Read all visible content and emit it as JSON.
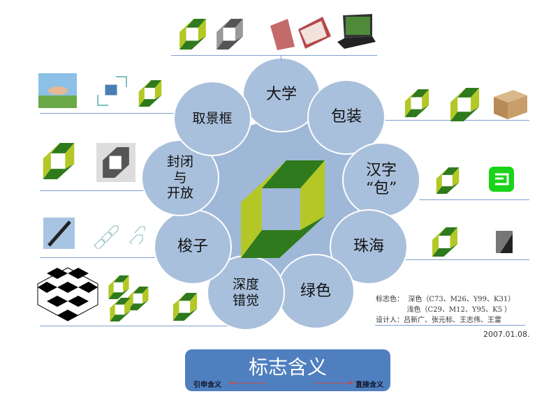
{
  "circles": {
    "daxue": "大学",
    "baozhuang": "包装",
    "hanzi": "汉字\n“包”",
    "zhuhai": "珠海",
    "lvse": "绿色",
    "shendu": "深度\n错觉",
    "suozi": "梭子",
    "fengbi": "封闭\n与\n开放",
    "qujingkuang": "取景框"
  },
  "info": {
    "color_dark": "标志色：  深色（C73、M26、Y99、K31）",
    "color_light": "              浅色（C29、M12、Y95、K5 ）",
    "designers": "设计人：吕新广、张元标、王志伟、王雷",
    "date": "2007.01.08."
  },
  "footer": {
    "title": "标志含义",
    "left_label": "引申含义",
    "right_label": "直接含义"
  },
  "colors": {
    "dark_green": "#2f7a1c",
    "light_green": "#b3c826",
    "circle": "#a9c0dc",
    "box": "#4f7fbf"
  }
}
